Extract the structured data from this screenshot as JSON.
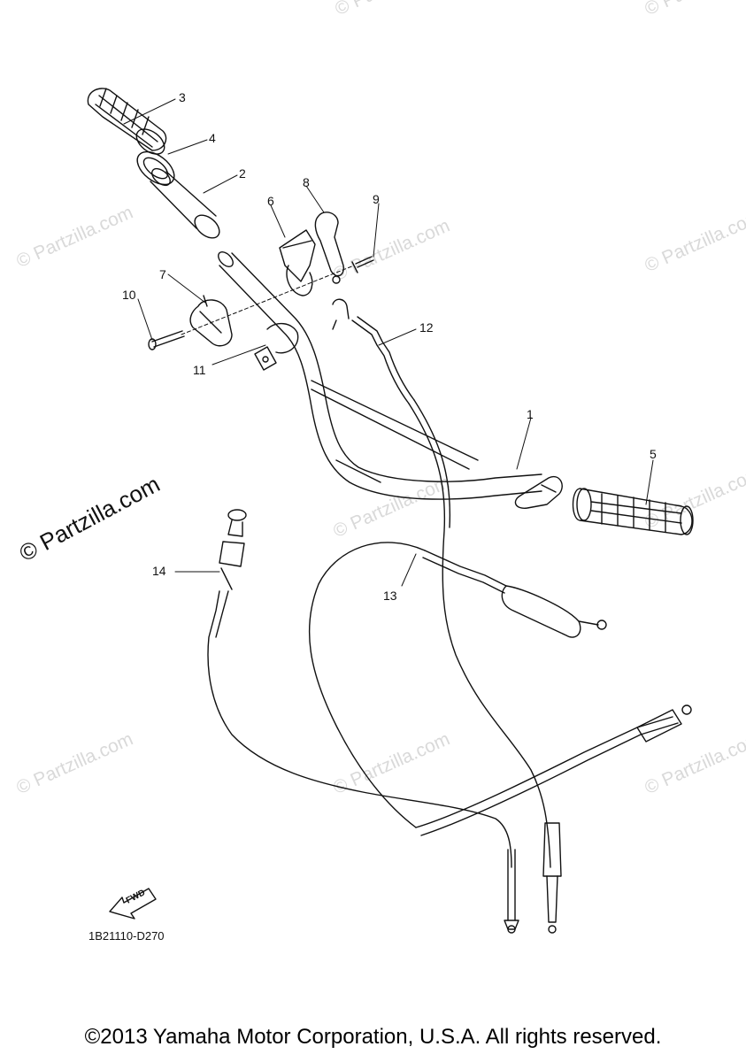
{
  "watermark_text": "© Partzilla.com",
  "callouts": [
    "1",
    "2",
    "3",
    "4",
    "5",
    "6",
    "7",
    "8",
    "9",
    "10",
    "11",
    "12",
    "13",
    "14"
  ],
  "fwd_label": "FWD",
  "diagram_code": "1B21110-D270",
  "copyright": "©2013 Yamaha Motor Corporation, U.S.A. All rights reserved.",
  "colors": {
    "line": "#111111",
    "watermark": "#d9d9d9",
    "background": "#ffffff"
  }
}
